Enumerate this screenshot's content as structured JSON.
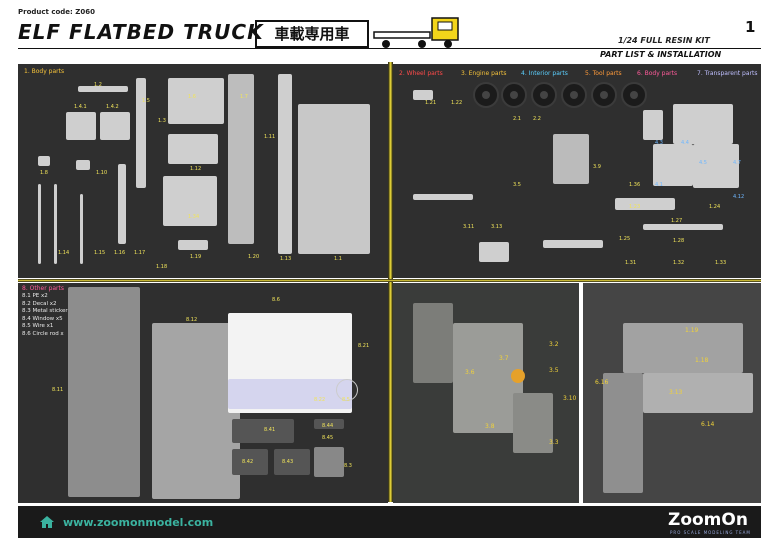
{
  "header": {
    "product_code": "Product code: Z060",
    "title": "ELF FLATBED TRUCK",
    "jp_title": "車載専用車",
    "page_number": "1",
    "kit": "1/24 FULL RESIN KIT",
    "subtitle": "PART LIST & INSTALLATION"
  },
  "categories": {
    "c1": "1. Body parts",
    "c2": "2. Wheel parts",
    "c3": "3. Engine parts",
    "c4": "4. Interior parts",
    "c5": "5. Tool parts",
    "c6": "6. Body parts",
    "c7": "7. Transparent parts",
    "c8": "8. Other parts"
  },
  "other_parts": [
    "8.1 PE x2",
    "8.2 Decal x2",
    "8.3 Metal sticker",
    "8.4 Window x5",
    "8.5 Wire x1",
    "8.6 Circle rod x"
  ],
  "colors": {
    "cat2": "#ff4a4a",
    "cat3": "#f5c23a",
    "cat4": "#5bd0ff",
    "cat5": "#ff9a3a",
    "cat6": "#ff5b9a",
    "cat7": "#bfbfff",
    "accent": "#3bb3a0"
  },
  "labels_q1": [
    "1.2",
    "1.4.1",
    "1.4.2",
    "1.5",
    "1.6",
    "1.7",
    "1.11",
    "1.3",
    "1.8",
    "1.10",
    "1.12",
    "1.34",
    "1.14",
    "1.15",
    "1.16",
    "1.17",
    "1.18",
    "1.19",
    "1.20",
    "1.13",
    "1.1"
  ],
  "labels_q2": [
    "1.21",
    "1.22",
    "2.1",
    "2.2",
    "3.5",
    "4.3",
    "4.4",
    "4.5",
    "4.7",
    "4.1",
    "1.23",
    "1.24",
    "1.25",
    "1.27",
    "1.28",
    "1.31",
    "1.32",
    "1.33",
    "3.13",
    "3.11",
    "3.9",
    "4.12",
    "1.36"
  ],
  "labels_q3": [
    "8.6",
    "8.12",
    "8.21",
    "8.11",
    "8.22",
    "8.5",
    "8.41",
    "8.44",
    "8.45",
    "8.42",
    "8.43",
    "8.3"
  ],
  "labels_q4": [
    "3.2",
    "3.7",
    "3.6",
    "3.5",
    "3.10",
    "3.3",
    "3.8"
  ],
  "labels_q5": [
    "1.19",
    "1.18",
    "3.13",
    "6.16",
    "6.14"
  ],
  "footer": {
    "url": "www.zoomonmodel.com",
    "brand": "ZoomOn",
    "tagline": "PRO SCALE MODELING TEAM"
  }
}
